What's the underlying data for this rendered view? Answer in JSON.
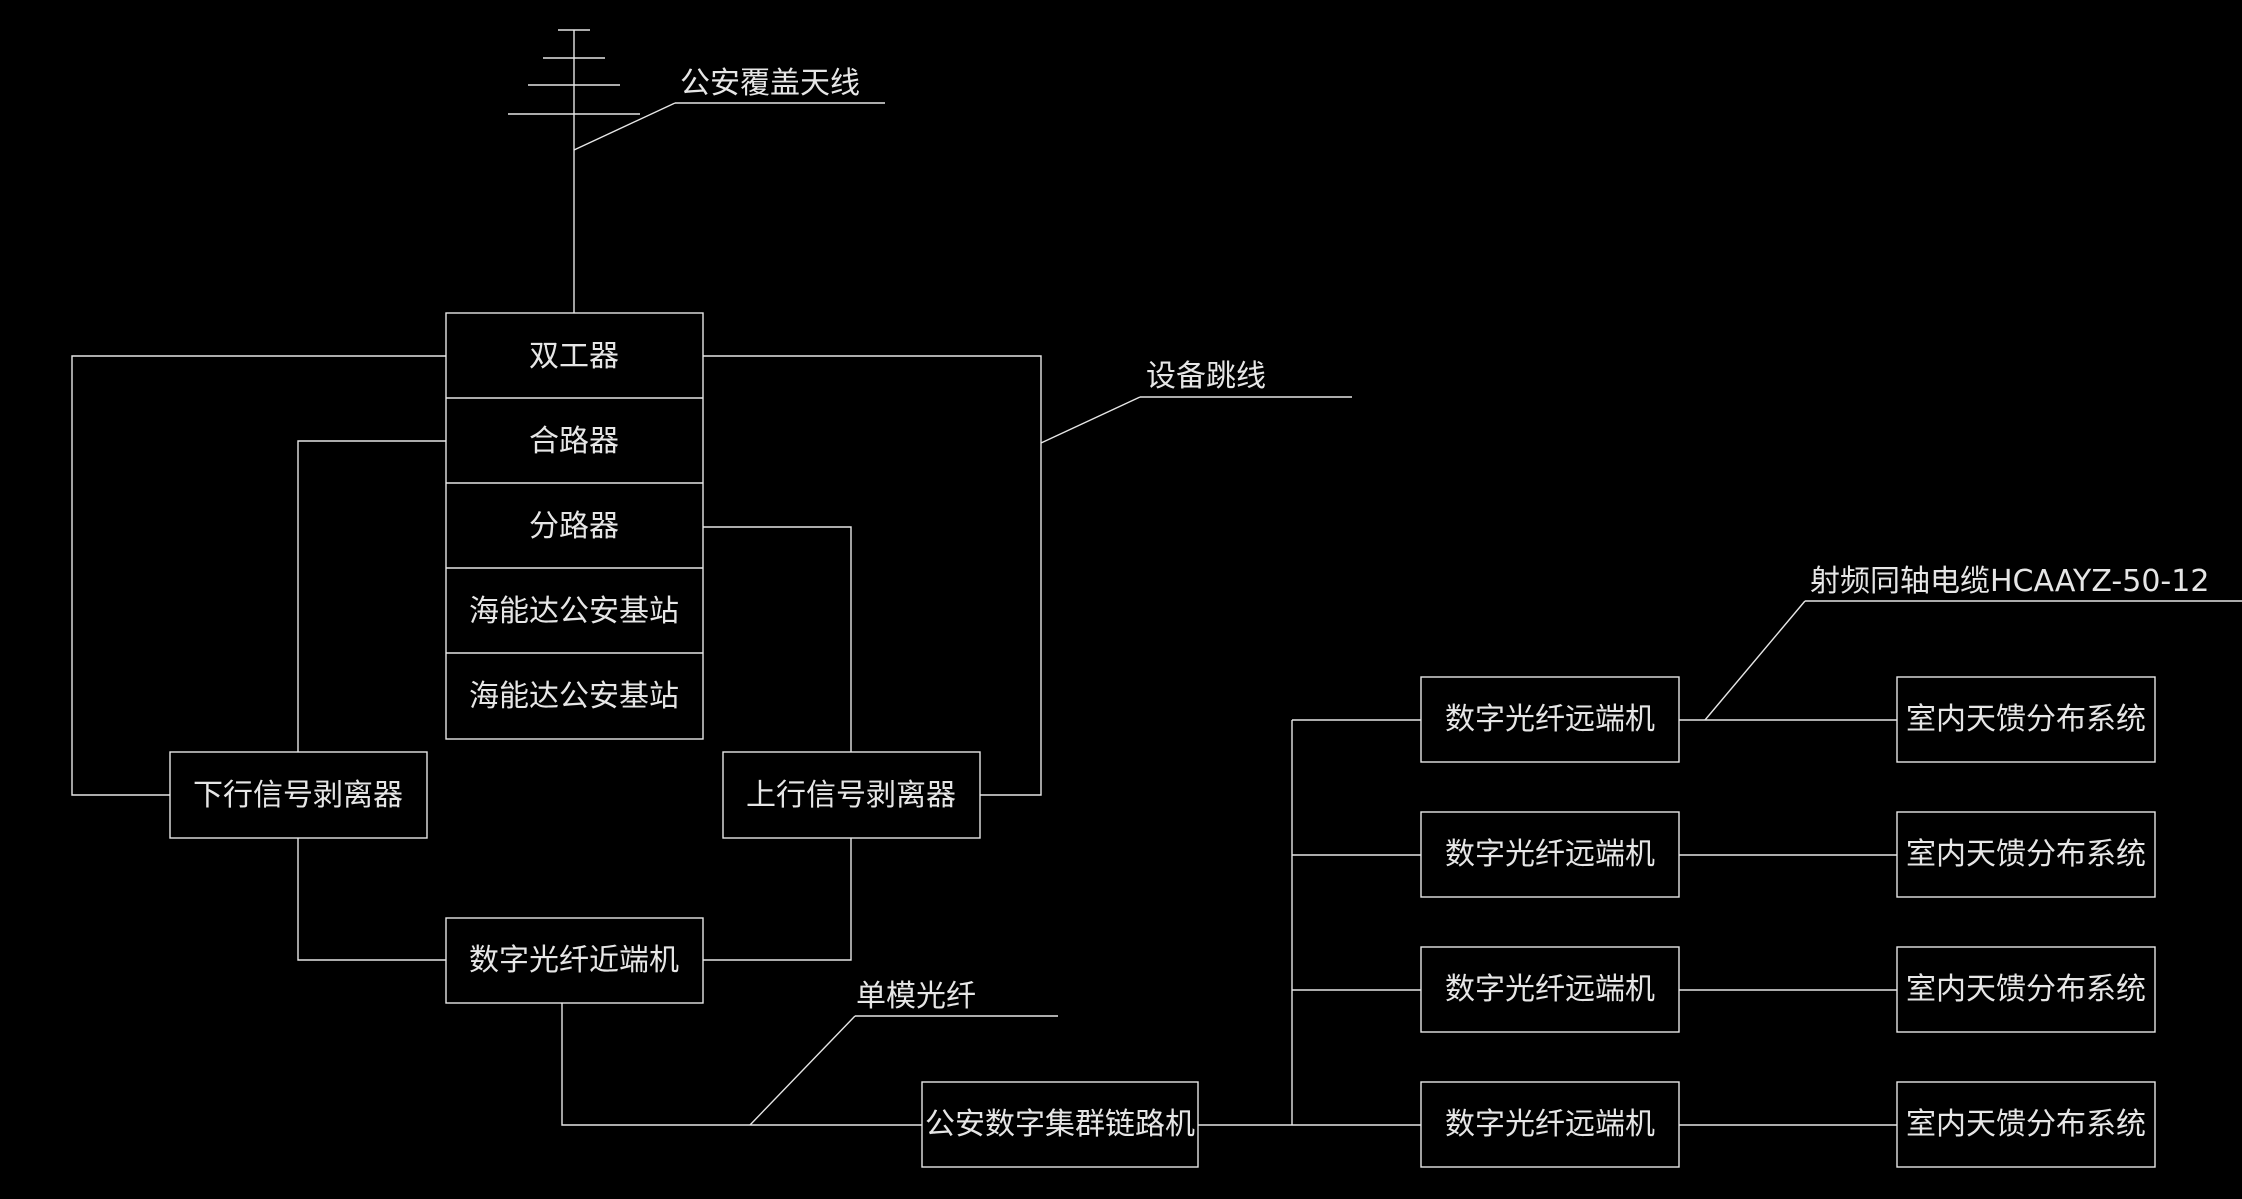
{
  "diagram": {
    "labels": {
      "antenna": "公安覆盖天线",
      "jumper": "设备跳线",
      "rf_cable": "射频同轴电缆HCAAYZ-50-12",
      "fiber": "单模光纤"
    },
    "stack": [
      "双工器",
      "合路器",
      "分路器",
      "海能达公安基站",
      "海能达公安基站"
    ],
    "downlink_splitter": "下行信号剥离器",
    "uplink_splitter": "上行信号剥离器",
    "near_end": "数字光纤近端机",
    "trunk_link": "公安数字集群链路机",
    "remotes": [
      "数字光纤远端机",
      "数字光纤远端机",
      "数字光纤远端机",
      "数字光纤远端机"
    ],
    "indoor": [
      "室内天馈分布系统",
      "室内天馈分布系统",
      "室内天馈分布系统",
      "室内天馈分布系统"
    ]
  },
  "colors": {
    "background": "#000000",
    "line": "#e6e6e6"
  }
}
